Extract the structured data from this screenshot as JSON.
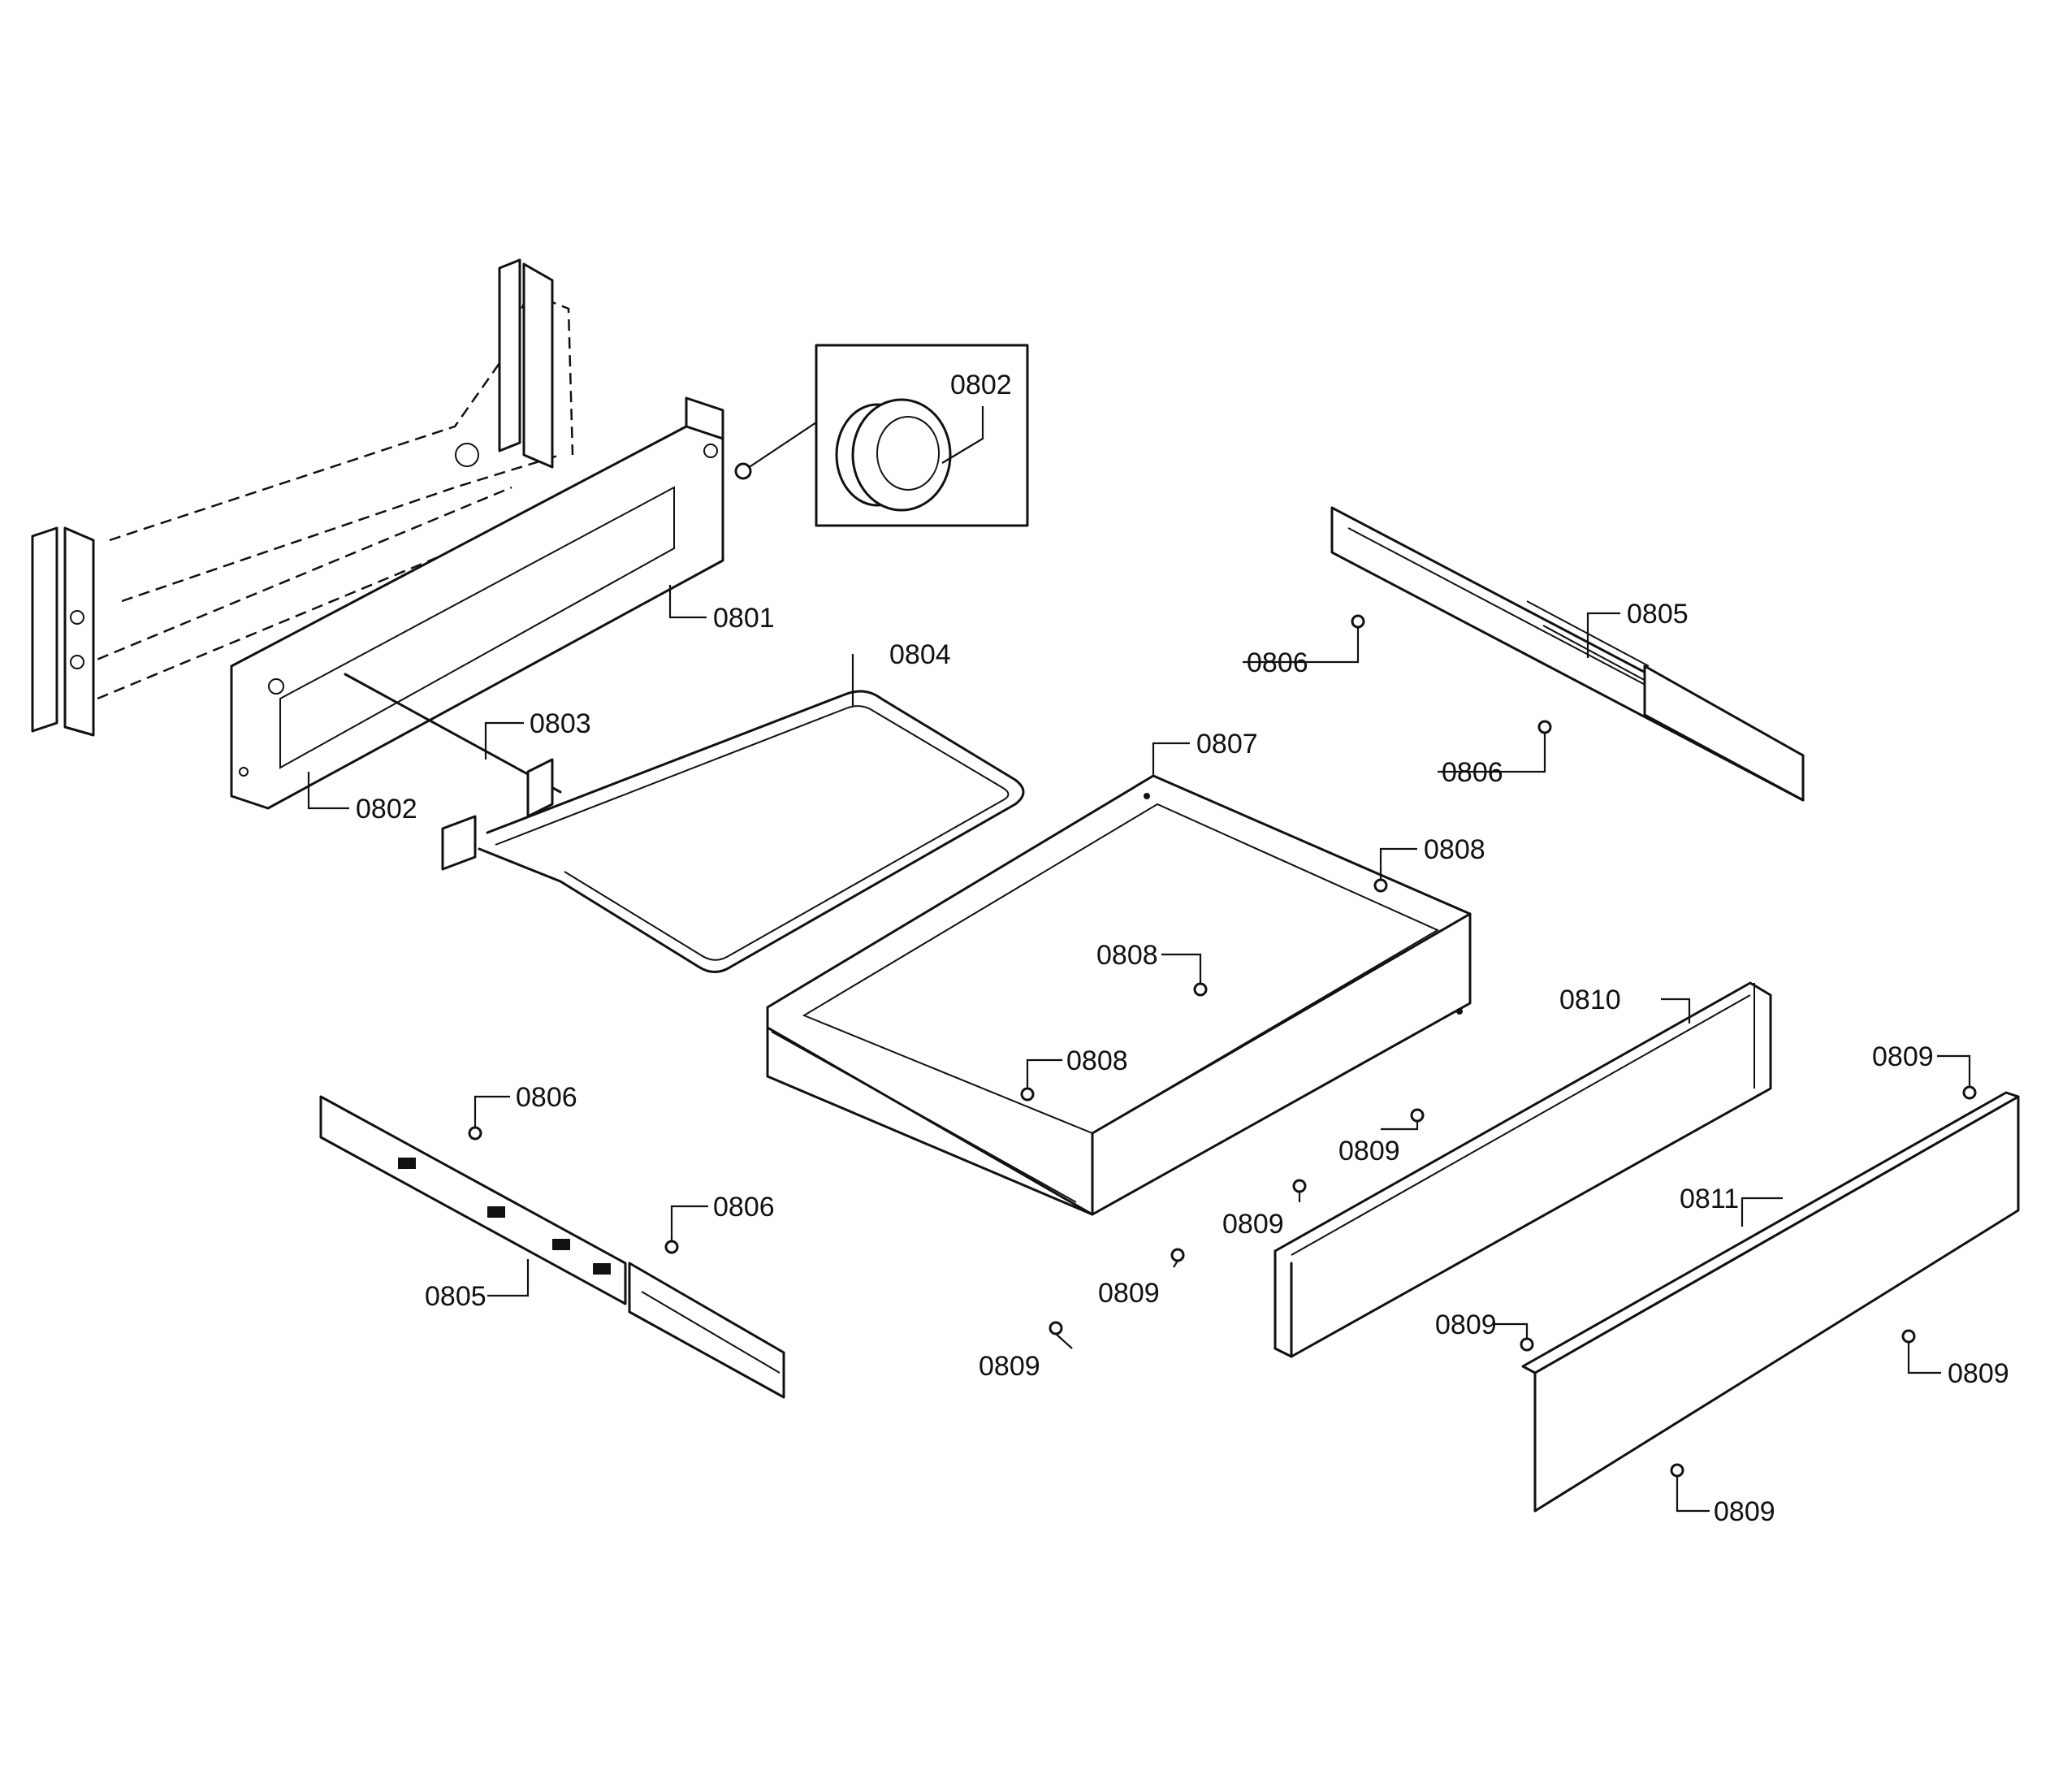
{
  "callouts": [
    {
      "id": "c1",
      "text": "0802"
    },
    {
      "id": "c2",
      "text": "0801"
    },
    {
      "id": "c3",
      "text": "0804"
    },
    {
      "id": "c4",
      "text": "0803"
    },
    {
      "id": "c5",
      "text": "0802"
    },
    {
      "id": "c6",
      "text": "0805"
    },
    {
      "id": "c7",
      "text": "0806"
    },
    {
      "id": "c8",
      "text": "0806"
    },
    {
      "id": "c9",
      "text": "0807"
    },
    {
      "id": "c10",
      "text": "0808"
    },
    {
      "id": "c11",
      "text": "0808"
    },
    {
      "id": "c12",
      "text": "0808"
    },
    {
      "id": "c13",
      "text": "0810"
    },
    {
      "id": "c14",
      "text": "0809"
    },
    {
      "id": "c15",
      "text": "0809"
    },
    {
      "id": "c16",
      "text": "0809"
    },
    {
      "id": "c17",
      "text": "0806"
    },
    {
      "id": "c18",
      "text": "0806"
    },
    {
      "id": "c19",
      "text": "0805"
    },
    {
      "id": "c20",
      "text": "0809"
    },
    {
      "id": "c21",
      "text": "0809"
    },
    {
      "id": "c22",
      "text": "0811"
    },
    {
      "id": "c23",
      "text": "0809"
    },
    {
      "id": "c24",
      "text": "0809"
    },
    {
      "id": "c25",
      "text": "0809"
    }
  ]
}
